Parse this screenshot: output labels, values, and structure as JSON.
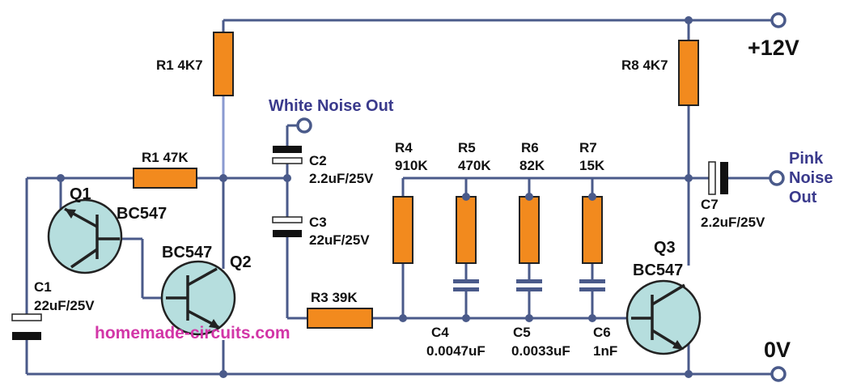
{
  "diagram": {
    "supply_pos_label": "+12V",
    "ground_label": "0V",
    "watermark": "homemade-circuits.com",
    "white_noise_out_label": "White Noise Out",
    "pink_noise_out_label_line1": "Pink",
    "pink_noise_out_label_line2": "Noise",
    "pink_noise_out_label_line3": "Out",
    "components": {
      "r1_top": "R1 4K7",
      "r1_47k": "R1 47K",
      "r3": "R3 39K",
      "r4_name": "R4",
      "r4_value": "910K",
      "r5_name": "R5",
      "r5_value": "470K",
      "r6_name": "R6",
      "r6_value": "82K",
      "r7_name": "R7",
      "r7_value": "15K",
      "r8": "R8 4K7",
      "c1_name": "C1",
      "c1_value": "22uF/25V",
      "c2_name": "C2",
      "c2_value": "2.2uF/25V",
      "c3_name": "C3",
      "c3_value": "22uF/25V",
      "c4_name": "C4",
      "c4_value": "0.0047uF",
      "c5_name": "C5",
      "c5_value": "0.0033uF",
      "c6_name": "C6",
      "c6_value": "1nF",
      "c7_name": "C7",
      "c7_value": "2.2uF/25V",
      "q1_name": "Q1",
      "q1_type": "BC547",
      "q2_name": "Q2",
      "q2_type": "BC547",
      "q3_name": "Q3",
      "q3_type": "BC547"
    },
    "colors": {
      "wire": "#4a5a8a",
      "resistor": "#f28a1e",
      "transistor": "#b6dede",
      "label_blue": "#3a3a8c",
      "watermark_pink": "#d236a7"
    }
  }
}
